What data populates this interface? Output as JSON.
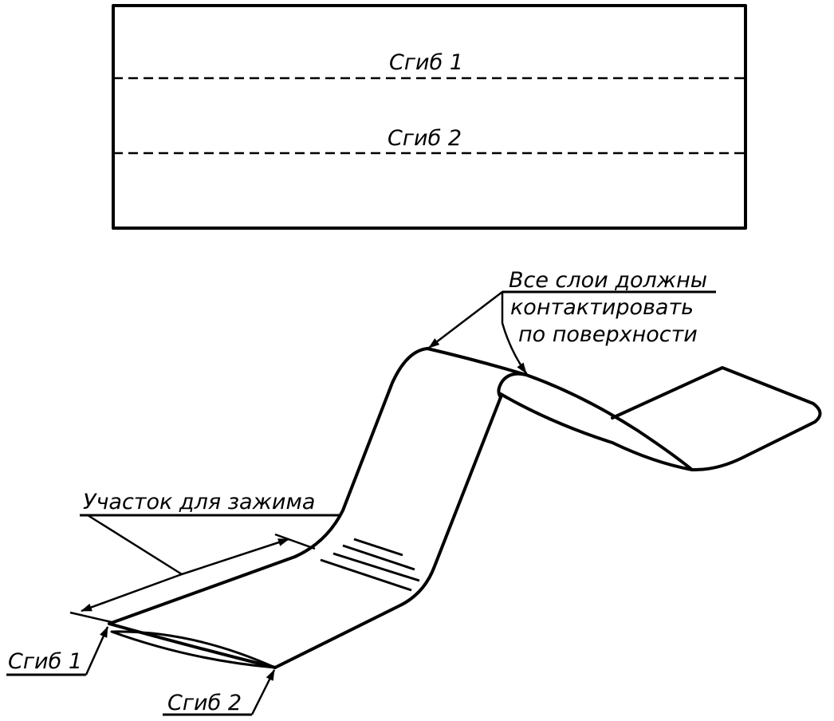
{
  "flat_strip": {
    "fold1_label": "Сгиб 1",
    "fold2_label": "Сгиб 2"
  },
  "folded_strip": {
    "contact_note": {
      "line1": "Все слои должны",
      "line2": "контактировать",
      "line3": "по поверхности"
    },
    "clamp_label": "Участок для зажима",
    "fold1_label": "Сгиб 1",
    "fold2_label": "Сгиб 2"
  },
  "colors": {
    "ink": "#000000",
    "background": "#ffffff"
  }
}
